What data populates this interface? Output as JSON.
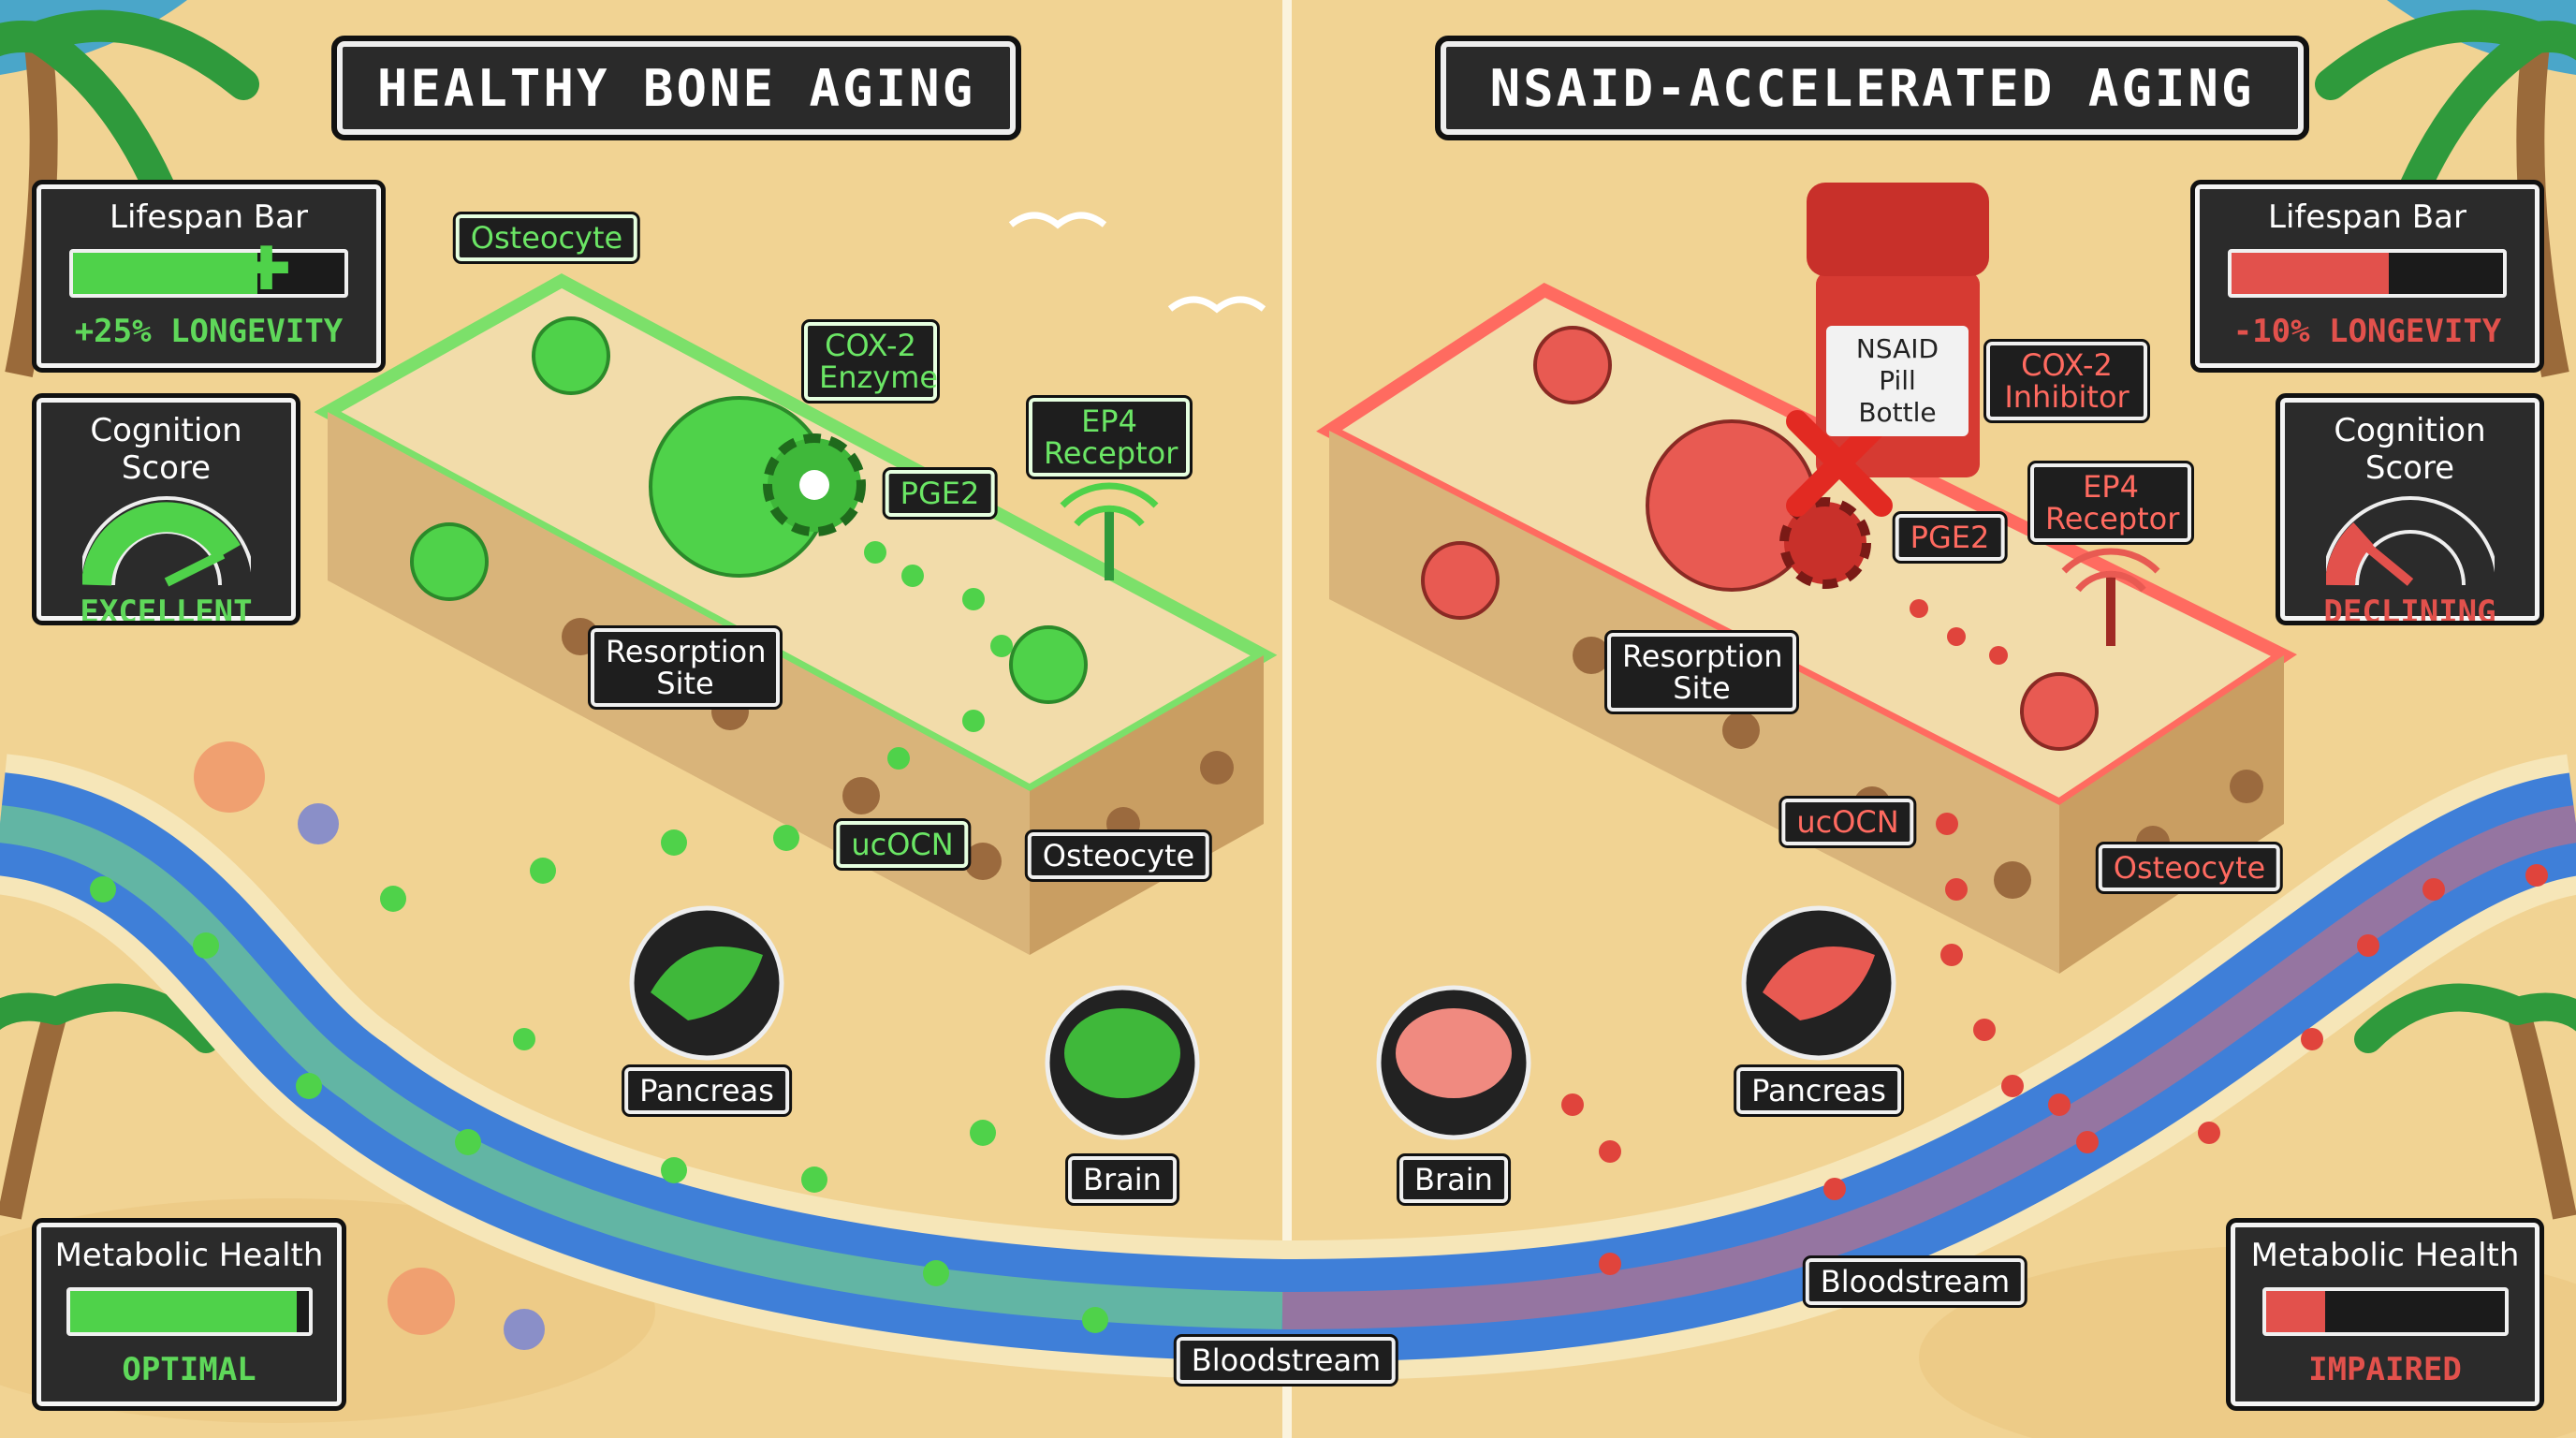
{
  "left": {
    "title": "HEALTHY BONE AGING",
    "lifespan": {
      "label": "Lifespan Bar",
      "status": "+25% LONGEVITY",
      "fill_percent": 68,
      "marker_icon": "plus-icon"
    },
    "cognition": {
      "label": "Cognition Score",
      "status": "EXCELLENT",
      "gauge_percent": 90
    },
    "metabolic": {
      "label": "Metabolic Health",
      "status": "OPTIMAL",
      "fill_percent": 95
    },
    "labels": {
      "osteocyte_top": "Osteocyte",
      "cox2": "COX-2 Enzyme",
      "pge2": "PGE2",
      "ep4": "EP4 Receptor",
      "resorption": "Resorption Site",
      "ucocn": "ucOCN",
      "osteocyte_bottom": "Osteocyte",
      "pancreas": "Pancreas",
      "brain": "Brain",
      "bloodstream": "Bloodstream"
    }
  },
  "right": {
    "title": "NSAID-ACCELERATED AGING",
    "lifespan": {
      "label": "Lifespan Bar",
      "status": "-10% LONGEVITY",
      "fill_percent": 58
    },
    "cognition": {
      "label": "Cognition Score",
      "status": "DECLINING",
      "gauge_percent": 25
    },
    "metabolic": {
      "label": "Metabolic Health",
      "status": "IMPAIRED",
      "fill_percent": 25
    },
    "labels": {
      "pill_bottle": "NSAID Pill Bottle",
      "cox2_inhibitor": "COX-2 Inhibitor",
      "ep4": "EP4 Receptor",
      "pge2": "PGE2",
      "resorption": "Resorption Site",
      "ucocn": "ucOCN",
      "osteocyte": "Osteocyte",
      "pancreas": "Pancreas",
      "brain": "Brain",
      "bloodstream": "Bloodstream"
    }
  },
  "colors": {
    "healthy": "#5fd85a",
    "impaired": "#e2514c",
    "sand": "#f1d393",
    "river": "#3f7fd8",
    "panel": "#2b2b2b"
  }
}
